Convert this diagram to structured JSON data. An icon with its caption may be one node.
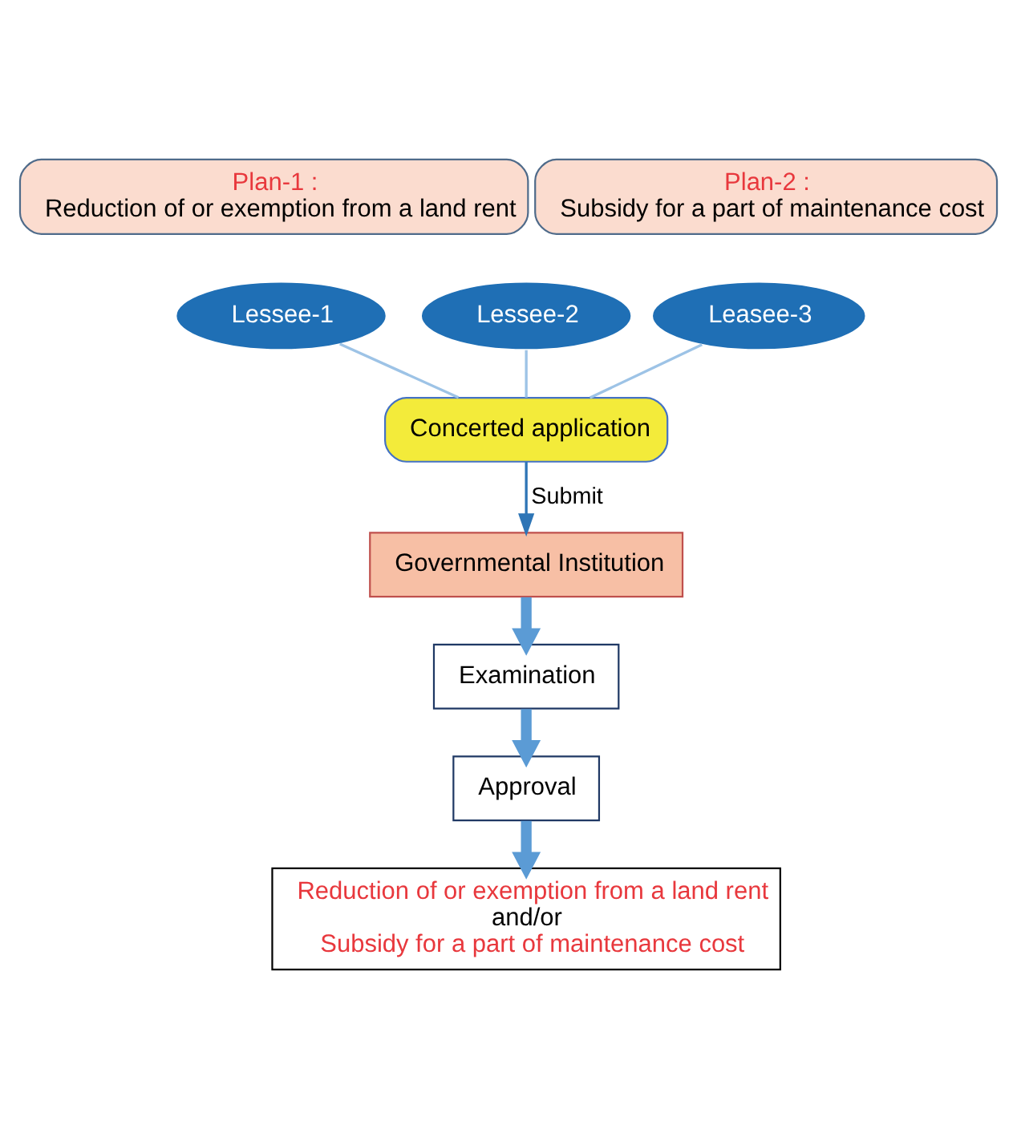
{
  "diagram": {
    "nodes": [
      {
        "text": [
          "Plan-1 :",
          "Reduction of or exemption from a land rent"
        ]
      },
      {
        "text": [
          "Plan-2 :",
          "Subsidy for a part of maintenance cost"
        ]
      },
      {
        "text": [
          "Lessee-1"
        ]
      },
      {
        "text": [
          "Lessee-2"
        ]
      },
      {
        "text": [
          "Leasee-3"
        ]
      },
      {
        "text": [
          "Concerted application"
        ]
      },
      {
        "text": [
          "Governmental Institution"
        ]
      },
      {
        "text": [
          "Examination"
        ]
      },
      {
        "text": [
          "Approval"
        ]
      },
      {
        "text": [
          "Reduction of or exemption from a land rent",
          "and/or",
          "Subsidy for a part of maintenance cost"
        ]
      }
    ],
    "edges": [
      {
        "from": 2,
        "to": 5,
        "arrow": "none",
        "color": "#9dc3e6"
      },
      {
        "from": 3,
        "to": 5,
        "arrow": "none",
        "color": "#9dc3e6"
      },
      {
        "from": 4,
        "to": 5,
        "arrow": "none",
        "color": "#9dc3e6"
      },
      {
        "from": 5,
        "to": 6,
        "arrow": "to",
        "label": "Submit",
        "color": "#2e75b6"
      },
      {
        "from": 6,
        "to": 7,
        "arrow": "to",
        "style": "thick"
      },
      {
        "from": 7,
        "to": 8,
        "arrow": "to",
        "style": "thick"
      },
      {
        "from": 8,
        "to": 9,
        "arrow": "to",
        "style": "thick"
      }
    ]
  }
}
